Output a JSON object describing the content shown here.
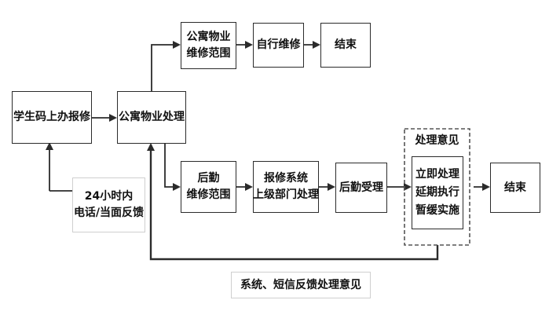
{
  "nodes": {
    "student_report": "学生码上办报修",
    "apartment_handle": "公寓物业处理",
    "apartment_scope": [
      "公寓物业",
      "维修范围"
    ],
    "self_repair": "自行维修",
    "end_top": "结束",
    "logistics_scope": [
      "后勤",
      "维修范围"
    ],
    "escalate": [
      "报修系统",
      "上级部门处理"
    ],
    "logistics_accept": "后勤受理",
    "opinion_group_title": "处理意见",
    "opinion_options": [
      "立即处理",
      "延期执行",
      "暂缓实施"
    ],
    "end_bottom": "结束"
  },
  "feedback": {
    "phone_lines": [
      "24小时内",
      "电话/当面反馈"
    ],
    "system_note": "系统、短信反馈处理意见"
  },
  "colors": {
    "line": "#2b2b2b",
    "dashed": "#555555",
    "text": "#111111"
  }
}
